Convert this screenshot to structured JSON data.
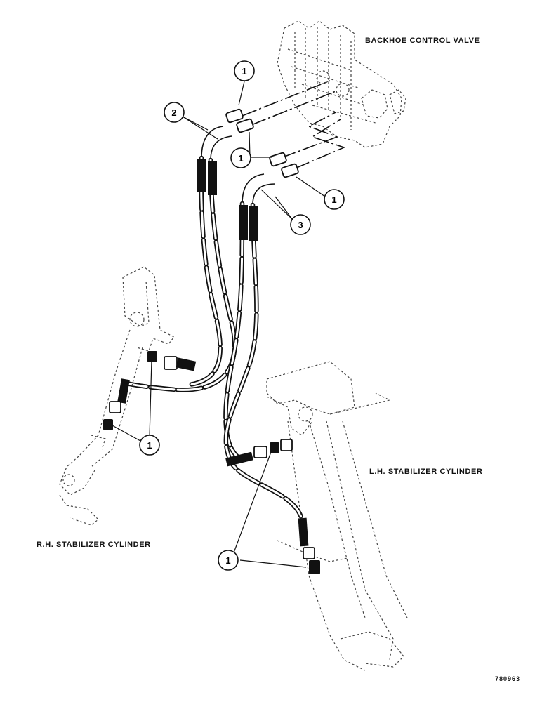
{
  "labels": {
    "valve": "BACKHOE CONTROL VALVE",
    "lh_cylinder": "L.H. STABILIZER CYLINDER",
    "rh_cylinder": "R.H. STABILIZER CYLINDER",
    "figure_number": "780963"
  },
  "callouts": {
    "c1": "1",
    "c2": "2",
    "c3": "3"
  }
}
